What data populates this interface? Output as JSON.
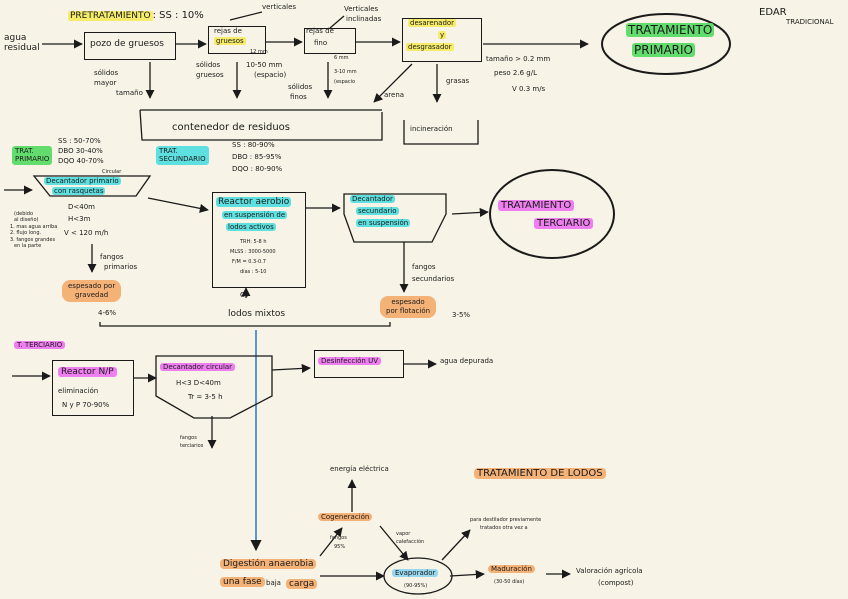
{
  "title_corner": {
    "line1": "EDAR",
    "line2": "TRADICIONAL"
  },
  "primary": {
    "pretreatment_header": "PRETRATAMIENTO",
    "ss": ": SS : 10%",
    "influent": {
      "line1": "agua",
      "line2": "residual"
    },
    "pozo": "pozo de gruesos",
    "pozo_solids": {
      "line1": "sólidos",
      "line2": "mayor",
      "line3": "tamaño"
    },
    "rejas_gruesas": {
      "line1": "rejas de",
      "line2": "gruesos"
    },
    "verticales": "verticales",
    "rejas_gruesas_mm": "12 mm",
    "rejas_gruesas_spacing": {
      "line1": "10-50 mm",
      "line2": "(espacio)"
    },
    "rejas_gruesas_solids": {
      "line1": "sólidos",
      "line2": "gruesos"
    },
    "verticales_inclinadas": {
      "line1": "Verticales",
      "line2": "inclinadas"
    },
    "rejas_finos": {
      "line1": "rejas de",
      "line2": "fino"
    },
    "rejas_finos_mm": "6 mm",
    "rejas_finos_spacing": {
      "line1": "3-10 mm",
      "line2": "(espacio"
    },
    "rejas_finos_solids": {
      "line1": "sólidos",
      "line2": "finos"
    },
    "desarenador": {
      "line1": "desarenador",
      "line2": "y",
      "line3": "desgrasador"
    },
    "desarenador_specs": {
      "size": "tamaño > 0.2 mm",
      "weight": "peso 2.6 g/L",
      "velocity": "V 0.3 m/s"
    },
    "arena": "arena",
    "grasas": "grasas",
    "contenedor": "contenedor de residuos",
    "incineracion": "incineración",
    "tratamiento_primario": {
      "line1": "TRATAMIENTO",
      "line2": "PRIMARIO"
    }
  },
  "secondary": {
    "trat_primario_tag": {
      "line1": "TRAT.",
      "line2": "PRIMARIO"
    },
    "primario_stats": {
      "ss": "SS : 50-70%",
      "dbo": "DBO 30-40%",
      "dqo": "DQO 40-70%"
    },
    "circular": "Circular",
    "decantador_primario": {
      "line1": "Decantador primario",
      "line2": "con rasquetas"
    },
    "decantador_specs": {
      "d": "D<40m",
      "h": "H<3m",
      "v": "V < 120 m/h"
    },
    "side_note": {
      "l1": "(debido",
      "l2": "al diseño)",
      "l3": "1. mas agua arriba",
      "l4": "2. flujo long.",
      "l5": "3. fangos grandes",
      "l6": "en la parte"
    },
    "fangos_primarios": {
      "line1": "fangos",
      "line2": "primarios"
    },
    "espesado_gravedad": {
      "line1": "espesado por",
      "line2": "gravedad"
    },
    "espesado_gravedad_pct": "4-6%",
    "trat_secundario_tag": {
      "line1": "TRAT.",
      "line2": "SECUNDARIO"
    },
    "secundario_stats": {
      "ss": "SS : 80-90%",
      "dbo": "DBO : 85-95%",
      "dqo": "DQO : 80-90%"
    },
    "reactor": {
      "title": "Reactor aerobio",
      "line2": "en suspensión de",
      "line3": "lodos activos",
      "trh": "TRH: 5-8 h",
      "mlss": "MLSS : 3000-5000",
      "fm": "F/M = 0.3-0.7",
      "dias": "días : 5-10"
    },
    "o2": "O₂",
    "decantador_secundario": {
      "line1": "Decantador",
      "line2": "secundario",
      "line3": "en suspensión"
    },
    "fangos_secundarios": {
      "line1": "fangos",
      "line2": "secundarios"
    },
    "espesado_flotacion": {
      "line1": "espesado",
      "line2": "por flotación"
    },
    "espesado_flotacion_pct": "3-5%",
    "lodos_mixtos": "lodos mixtos",
    "tratamiento_terciario": {
      "line1": "TRATAMIENTO",
      "line2": "TERCIARIO"
    }
  },
  "tertiary": {
    "tag": "T. TERCIARIO",
    "reactor": {
      "line1": "Reactor N/P",
      "line2": "eliminación",
      "line3": "N y P  70-90%"
    },
    "decantador_circular": "Decantador circular",
    "decantador_specs": {
      "hd": "H<3  D<40m",
      "tr": "Tr = 3-5 h"
    },
    "desinfeccion": "Desinfección UV",
    "agua_depurada": "agua depurada",
    "fangos_terciarios": {
      "line1": "fangos",
      "line2": "terciarios"
    }
  },
  "sludge": {
    "title": "TRATAMIENTO DE LODOS",
    "energia": "energía eléctrica",
    "cogeneracion": "Cogeneración",
    "vapor": {
      "line1": "vapor",
      "line2": "calefacción"
    },
    "fangos_pct": {
      "line1": "fangos",
      "line2": "95%"
    },
    "digestion": {
      "line1": "Digestión anaerobia",
      "line2": "una fase",
      "baja": "baja",
      "carga": "carga"
    },
    "evaporador": "Evaporador",
    "evaporador_sub": "(90-95%)",
    "depuradora_note": {
      "line1": "para destilador previamente",
      "line2": "tratados otra vez a"
    },
    "maduracion": "Maduración",
    "maduracion_sub": "(30-50 días)",
    "valoracion": {
      "line1": "Valoración agrícola",
      "line2": "(compost)"
    }
  }
}
